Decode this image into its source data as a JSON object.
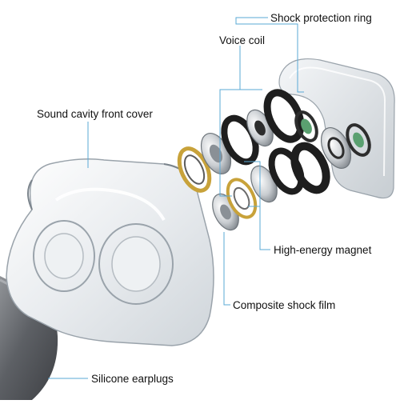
{
  "colors": {
    "leader_line": "#5aa9d6",
    "shell_edge": "#9aa3ab",
    "ring_dark": "#1e1e1e",
    "ring_silver": "#c9cdd1",
    "coil_gold": "#c8a23a",
    "earplug": "#6c6f73"
  },
  "labels": {
    "shock_protection_ring": "Shock protection ring",
    "voice_coil": "Voice coil",
    "sound_cavity_front_cover": "Sound cavity front cover",
    "high_energy_magnet": "High-energy magnet",
    "composite_shock_film": "Composite shock film",
    "silicone_earplugs": "Silicone earplugs"
  }
}
